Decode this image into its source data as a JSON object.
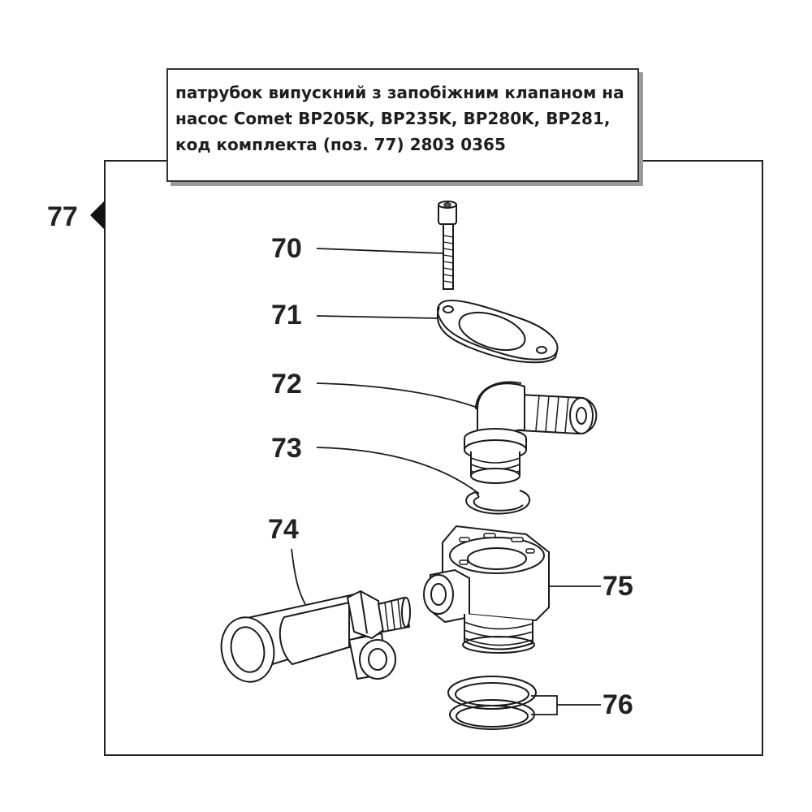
{
  "caption": {
    "line1": "патрубок випускний з запобіжним клапаном на",
    "line2": "насос Comet BP205K, BP235K, BP280K, BP281,",
    "line3": "код комплекта (поз. 77) 2803 0365"
  },
  "group_label": "77",
  "parts": [
    {
      "id": "70",
      "icon": "bolt-icon"
    },
    {
      "id": "71",
      "icon": "flange-gasket-icon"
    },
    {
      "id": "72",
      "icon": "elbow-hose-fitting-icon"
    },
    {
      "id": "73",
      "icon": "retaining-ring-icon"
    },
    {
      "id": "74",
      "icon": "safety-valve-icon"
    },
    {
      "id": "75",
      "icon": "outlet-manifold-icon"
    },
    {
      "id": "76",
      "icon": "o-ring-pair-icon"
    }
  ],
  "colors": {
    "line": "#1a1a1a",
    "frame": "#222222",
    "shadow": "#9a9a9a"
  }
}
